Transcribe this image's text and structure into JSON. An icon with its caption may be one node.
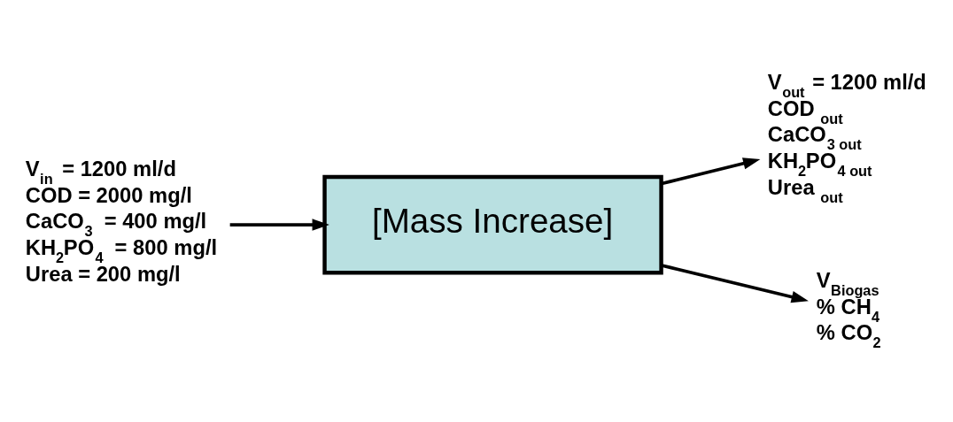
{
  "diagram": {
    "nodes": [
      {
        "text": [
          "[Mass Increase]"
        ]
      },
      {
        "text": [
          "V$_{in}$ = 1200 ml/d",
          "COD = 2000 mg/l",
          "CaCO$_{3}$ = 400 mg/l",
          "KH$_{2}$PO$_{4}$ = 800 mg/l",
          "Urea = 200 mg/l"
        ]
      },
      {
        "text": [
          "V$_{out}$ = 1200 ml/d",
          "COD $_{out}$",
          "CaCO$_{3 out}$",
          "KH$_{2}$PO$_{4 out}$",
          "Urea $_{out}$"
        ]
      },
      {
        "text": [
          "V$_{Biogas}$",
          "% CH$_{4}$",
          "% CO$_{2}$"
        ]
      }
    ],
    "edges": [
      {
        "from": 1,
        "to": 0,
        "arrow": "to"
      },
      {
        "from": 0,
        "to": 2,
        "arrow": "to"
      },
      {
        "from": 0,
        "to": 3,
        "arrow": "to"
      }
    ]
  }
}
